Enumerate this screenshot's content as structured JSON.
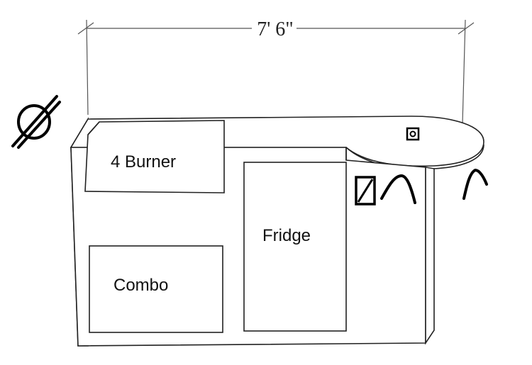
{
  "dimension": {
    "width_label": "7' 6\""
  },
  "components": {
    "burner_label": "4 Burner",
    "combo_label": "Combo",
    "fridge_label": "Fridge"
  },
  "symbols": {
    "gas_line": "diameter-symbol",
    "outlet": "outlet-symbol",
    "electrical_box": "switch-box-symbol",
    "faucets": "arch-faucet-symbol"
  }
}
